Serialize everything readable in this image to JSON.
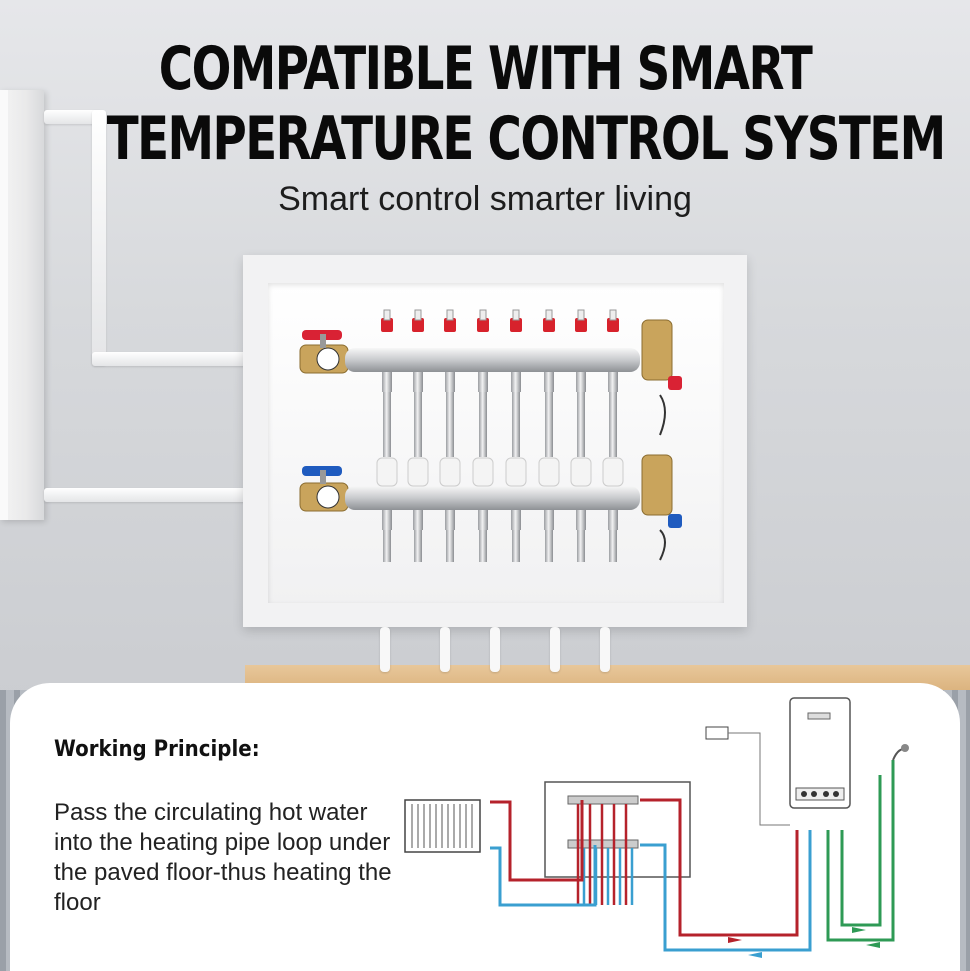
{
  "header": {
    "title_line1": "COMPATIBLE WITH SMART",
    "title_line2": "TEMPERATURE CONTROL SYSTEM",
    "subtitle": "Smart control smarter living"
  },
  "working_principle": {
    "title": "Working Principle:",
    "description": "Pass the circulating hot water into the heating pipe loop under the paved floor-thus heating the floor"
  },
  "manifold": {
    "supply_valve_color": "#d92234",
    "return_valve_color": "#1f5bbf",
    "flow_meter_color": "#d7222c",
    "loop_count": 8
  },
  "diagram": {
    "hot_line_color": "#b5222b",
    "cold_line_color": "#3a9fd0",
    "return_line_color": "#2e9a55"
  },
  "colors": {
    "wall": "#d7d9dc",
    "card": "#ffffff",
    "text": "#111111"
  }
}
